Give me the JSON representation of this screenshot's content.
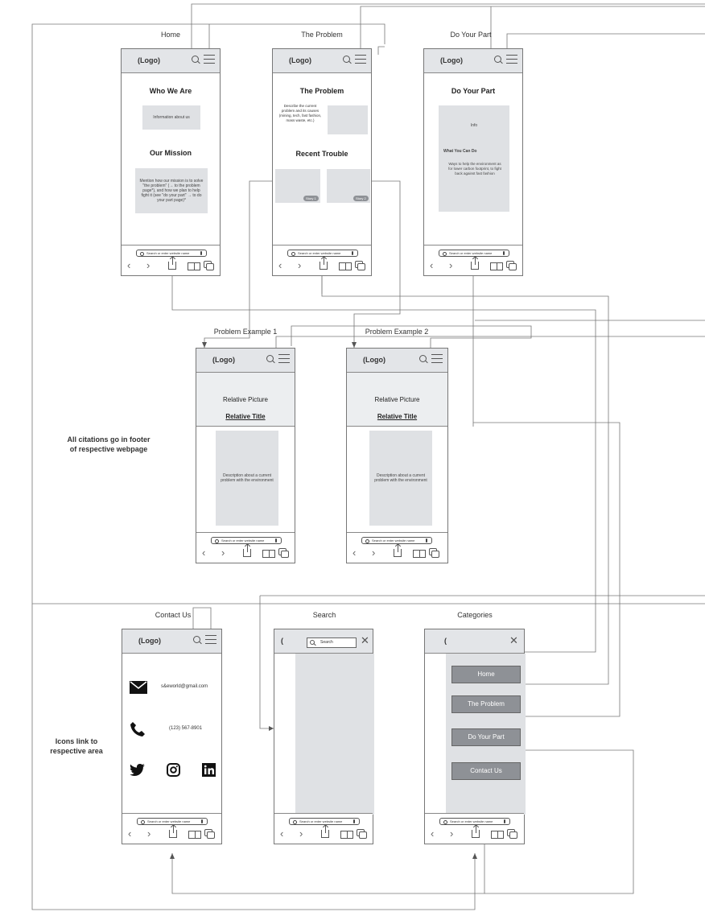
{
  "pages": {
    "home": {
      "title": "Home",
      "logo": "(Logo)",
      "heading1": "Who We Are",
      "info_box": "Information about us",
      "heading2": "Our Mission",
      "mission_box": "Mention how our mission is to solve \"the problem\" (→ to the problem page*), and how we plan to help fight it (see \"do your part\" → to do your part page)*",
      "url": "Search or enter website name"
    },
    "problem": {
      "title": "The Problem",
      "logo": "(Logo)",
      "heading1": "The Problem",
      "desc": "Describe the current problem and its causes (mining, tech, fast fashion, mass waste, etc.)",
      "heading2": "Recent Trouble",
      "story1": "Story 1",
      "story2": "Story 2",
      "url": "Search or enter website name"
    },
    "do_your_part": {
      "title": "Do Your Part",
      "logo": "(Logo)",
      "heading1": "Do Your Part",
      "box_top": "Info",
      "box_heading": "What You Can Do",
      "box_text": "Ways to help the environment as for lower carbon footprint, to fight back against fast fashion",
      "url": "Search or enter website name"
    },
    "example1": {
      "title": "Problem Example 1",
      "logo": "(Logo)",
      "picture": "Relative Picture",
      "rel_title": "Relative Title",
      "desc": "Description about a current problem with the environment",
      "url": "Search or enter website name"
    },
    "example2": {
      "title": "Problem Example 2",
      "logo": "(Logo)",
      "picture": "Relative Picture",
      "rel_title": "Relative Title",
      "desc": "Description about a current problem with the environment",
      "url": "Search or enter website name"
    },
    "contact": {
      "title": "Contact Us",
      "logo": "(Logo)",
      "email": "s&eworld@gmail.com",
      "phone": "(123) 567-8901",
      "url": "Search or enter website name"
    },
    "search": {
      "title": "Search",
      "logo": "(",
      "search_placeholder": "Search",
      "url": "Search or enter website name"
    },
    "categories": {
      "title": "Categories",
      "logo": "(",
      "items": [
        "Home",
        "The Problem",
        "Do Your Part",
        "Contact Us"
      ],
      "url": "Search or enter website name"
    }
  },
  "notes": {
    "citations": "All citations go in footer of respective webpage",
    "icons": "Icons link to respective area"
  },
  "icons": [
    "search-icon",
    "menu-icon",
    "back-icon",
    "forward-icon",
    "share-icon",
    "bookmarks-icon",
    "tabs-icon",
    "mail-icon",
    "phone-icon",
    "twitter-icon",
    "instagram-icon",
    "linkedin-icon",
    "close-icon",
    "mic-icon"
  ]
}
